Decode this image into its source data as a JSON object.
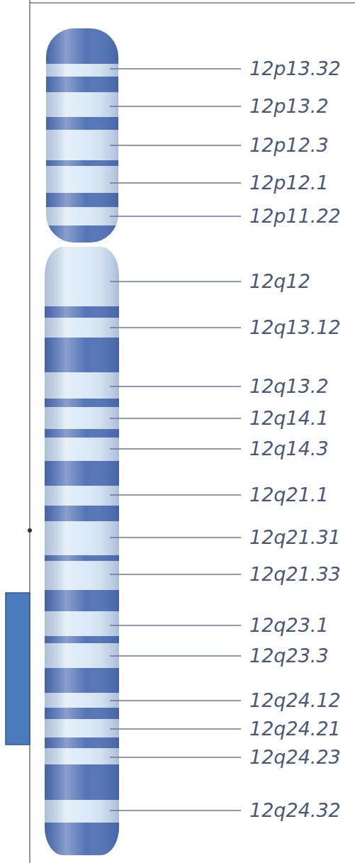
{
  "diagram": {
    "labels": [
      "12p13.32",
      "12p13.2",
      "12p12.3",
      "12p12.1",
      "12p11.22",
      "12q12",
      "12q13.12",
      "12q13.2",
      "12q14.1",
      "12q14.3",
      "12q21.1",
      "12q21.31",
      "12q21.33",
      "12q23.1",
      "12q23.3",
      "12q24.12",
      "12q24.21",
      "12q24.23",
      "12q24.32"
    ]
  }
}
